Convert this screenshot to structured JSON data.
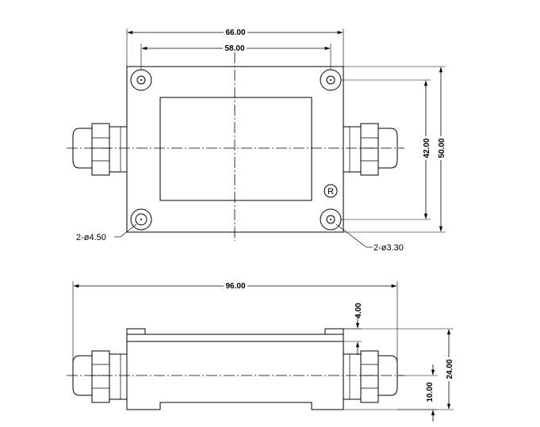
{
  "top_view": {
    "dim_overall_width": "66.00",
    "dim_hole_spacing_x": "58.00",
    "dim_hole_spacing_y": "42.00",
    "dim_overall_height": "50.00",
    "callout_left_holes": "2-ø4.50",
    "callout_right_holes": "2-ø3.30",
    "logo_mark": "R"
  },
  "side_view": {
    "dim_total_length": "96.00",
    "dim_lid_height": "4.00",
    "dim_total_height": "24.00",
    "dim_center_height": "10.00"
  }
}
